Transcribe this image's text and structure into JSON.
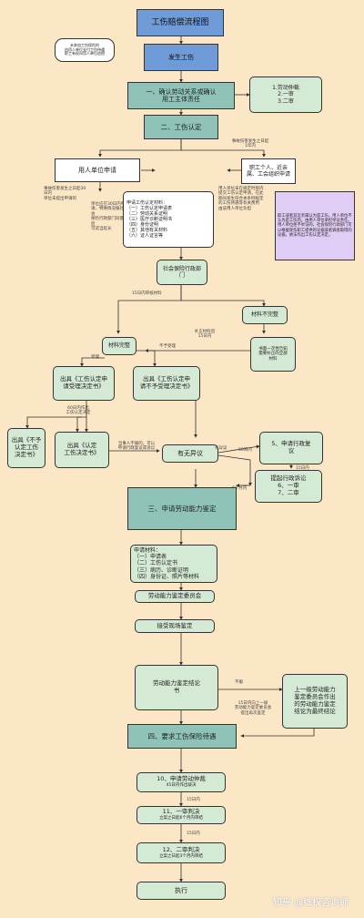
{
  "title": "工伤赔偿流程图",
  "note_top_left": "未参加工伤保险的\n由用人单位支付工伤待遇\n职工有权向用人单位追偿",
  "accident": "发生工伤",
  "step1": "一、确认劳动关系或确认\n用工主体责任",
  "arbitration_box": "1.劳动仲裁\n2.一审\n3.二审",
  "step2": "二、工伤认定",
  "employer_apply": "用人单位申请",
  "employee_apply": "职工个人、近亲\n属、工会组织申请",
  "note_employer_deadline": "事故伤害发生之日起30日内\n单位未提出申请的",
  "note_employee_deadline": "事故伤害发生之日起\n1年内",
  "note_employer_extra": "单位应在30日内申\n请，特殊情况报社会\n保险行政部门同意后\n可适当延长",
  "materials_list": "申请工伤认定材料：\n（一）工伤认定申请表\n（二）劳动关系证明\n（三）医疗诊断证明书\n（四）身份证明\n（五）其他有关材料\n（六）证人证言等",
  "note_right_center": "用人单位未在规定时限内\n提交工伤认定申请，在此\n期间发生符合本条例规定\n的工伤待遇等有关费用\n由该用人单位负担",
  "note_purple": "职工或者其近亲属认为是工伤，用人单位不认为是工伤的，由用人单位承担举证责任。用人单位拒不举证的，社会保险行政部门可以根据受伤职工提供的证据或者调查取得的证据，依法作出工伤认定决定。",
  "social_dept": "社会保险行政部\n门",
  "label_15days": "15日内审核材料",
  "materials_incomplete": "材料不完整",
  "label_supplement": "补正材料后\n15日内",
  "materials_complete": "材料完整",
  "note_notify": "书面一次性告知\n需要补正的全部\n材料",
  "label_accept": "受理",
  "label_reject": "不予受理",
  "issue_decision": "出具《工伤认定申\n请受理决定书》",
  "issue_reject": "出具《工伤认定申\n请不予受理决定书》",
  "label_60days": "60日内作出\n工伤认定决定",
  "not_injury": "出具《不予\n认定工伤\n决定书》",
  "is_injury": "出具《认定\n工伤决定书》",
  "label_objection_mid": "当事人不服的，可以\n申请行政复议或诉讼",
  "objection": "有无异议",
  "label_has": "有异议",
  "label_none": "无异议",
  "label_60": "60日内",
  "admin_review": "5、申请行政复\n议",
  "label_15": "15日内",
  "admin_lawsuit": "提起行政诉讼\n6、一审\n7、二审",
  "label_6months": "6个月内",
  "step3": "三、申请劳动能力鉴定",
  "appraisal_materials": "申请材料：\n（一）申请表\n（二）工伤认定书\n（三）病历、诊断证明\n（四）身份证、照片等材料",
  "appraisal_committee": "劳动能力鉴定委员会",
  "receive_appraisal": "接受现场鉴定",
  "appraisal_result": "劳动能力鉴定结论\n书",
  "label_disagree": "不服",
  "note_reappraisal": "15日内向上一级\n劳动能力鉴定委员会\n提出再次鉴定",
  "higher_committee": "上一级劳动能力\n鉴定委员会作出\n的劳动能力鉴定\n结论为最终结论",
  "step4": "四、要求工伤保险待遇",
  "step10": "10、申请劳动仲裁",
  "note_10": "45日内作出裁决",
  "label_15a": "15日内",
  "step11": "11、一审判决",
  "note_11": "立案之日起6个月内审结",
  "label_15b": "15日内",
  "step12": "12、二审判决",
  "note_12": "立案之日起3个月内审结",
  "execute": "执行",
  "watermark": "知乎 @维权咨询师",
  "colors": {
    "background": "#fbe7c6",
    "green_box": "#d5ead4",
    "teal_box": "#8fc3b8",
    "blue_box": "#6f9bd8",
    "purple_box": "#e0cdf5"
  }
}
